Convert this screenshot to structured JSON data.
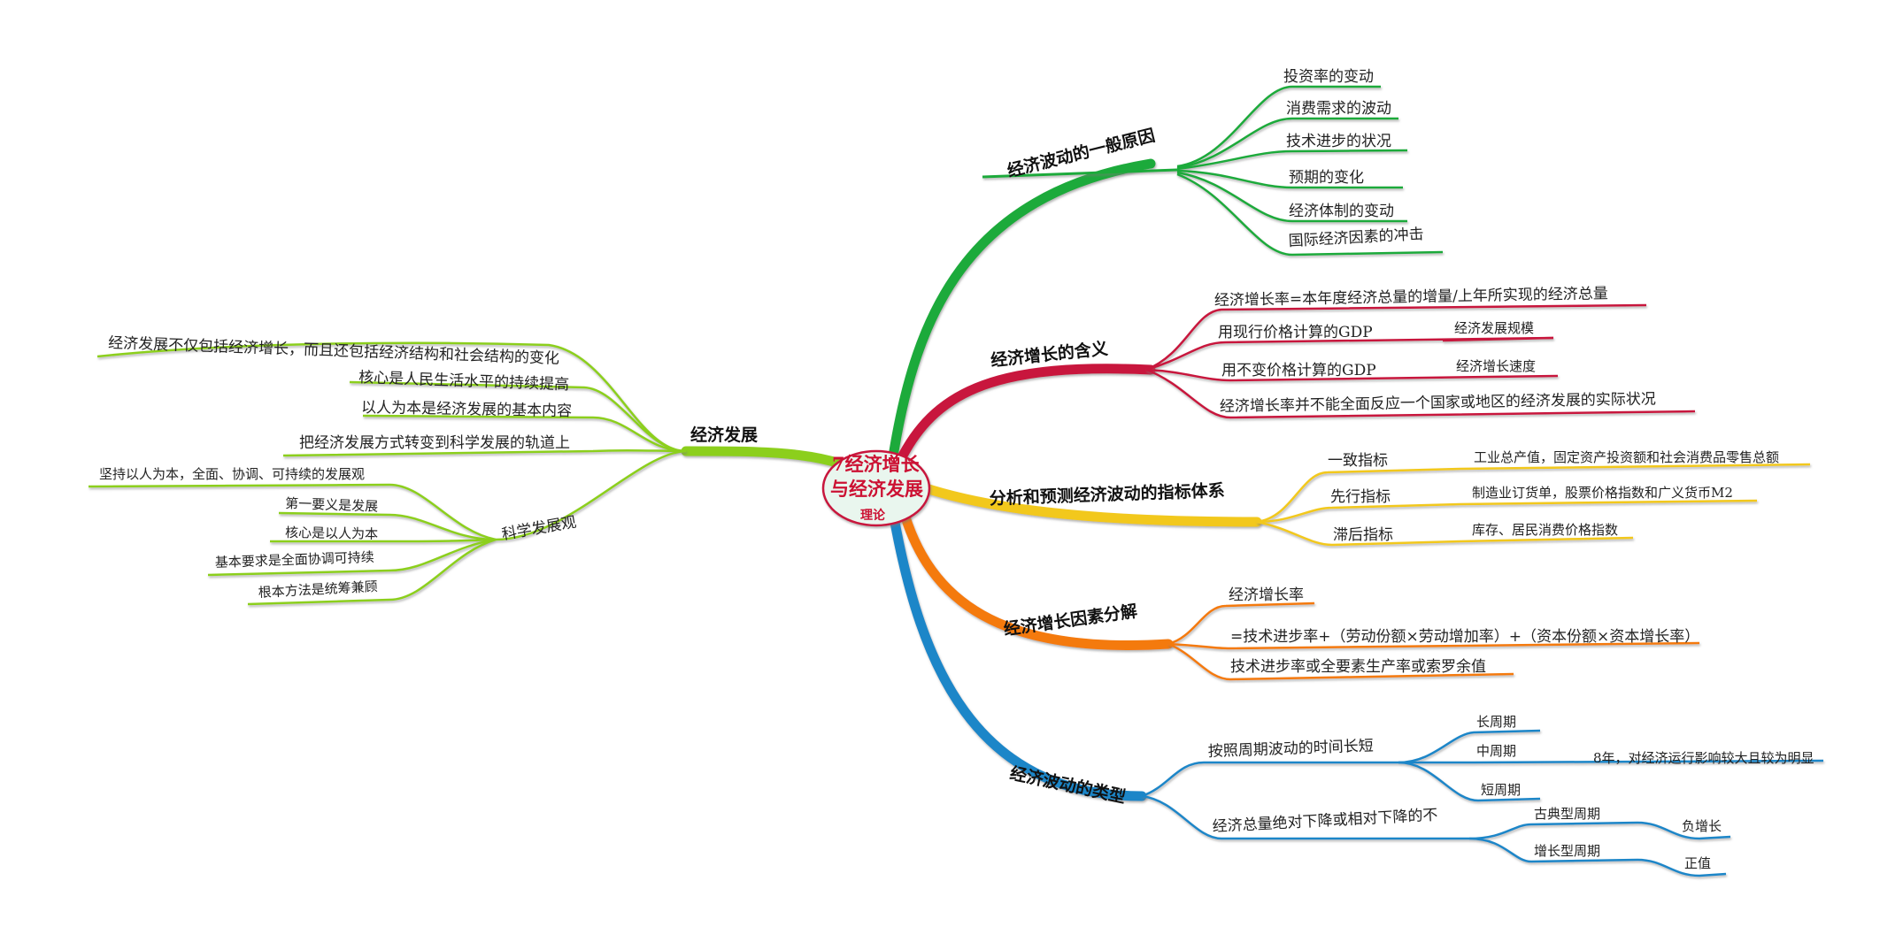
{
  "center": {
    "line1": "7经济增长",
    "line2": "与经济发展",
    "line3": "理论"
  },
  "colors": {
    "green": "#1aaa3a",
    "red": "#c8183e",
    "yellow": "#f2c81a",
    "orange": "#f47a10",
    "blue": "#1a86c8",
    "lime": "#8ccf1e",
    "center_fill": "#e9f6ee",
    "center_stroke": "#c8183e"
  },
  "branches": {
    "causes": {
      "title": "经济波动的一般原因",
      "items": [
        "投资率的变动",
        "消费需求的波动",
        "技术进步的状况",
        "预期的变化",
        "经济体制的变动",
        "国际经济因素的冲击"
      ]
    },
    "meaning": {
      "title": "经济增长的含义",
      "items": [
        "经济增长率=本年度经济总量的增量/上年所实现的经济总量",
        "用现行价格计算的GDP",
        "用不变价格计算的GDP",
        "经济增长率并不能全面反应一个国家或地区的经济发展的实际状况"
      ],
      "sub1": "经济发展规模",
      "sub2": "经济增长速度"
    },
    "indicators": {
      "title": "分析和预测经济波动的指标体系",
      "items": [
        "一致指标",
        "先行指标",
        "滞后指标"
      ],
      "details": [
        "工业总产值，固定资产投资额和社会消费品零售总额",
        "制造业订货单，股票价格指数和广义货币M2",
        "库存、居民消费价格指数"
      ]
    },
    "decomposition": {
      "title": "经济增长因素分解",
      "items": [
        "经济增长率",
        "=技术进步率+（劳动份额×劳动增加率）+（资本份额×资本增长率）",
        "技术进步率或全要素生产率或索罗余值"
      ]
    },
    "types": {
      "title": "经济波动的类型",
      "group1": "按照周期波动的时间长短",
      "group1_items": [
        "长周期",
        "中周期",
        "短周期"
      ],
      "group1_note": "8年，对经济运行影响较大且较为明显",
      "group2": "经济总量绝对下降或相对下降的不",
      "group2_items": [
        "古典型周期",
        "增长型周期"
      ],
      "group2_notes": [
        "负增长",
        "正值"
      ]
    },
    "development": {
      "title": "经济发展",
      "items": [
        "经济发展不仅包括经济增长，而且还包括经济结构和社会结构的变化",
        "核心是人民生活水平的持续提高",
        "以人为本是经济发展的基本内容",
        "把经济发展方式转变到科学发展的轨道上"
      ],
      "sci": {
        "title": "科学发展观",
        "items": [
          "坚持以人为本，全面、协调、可持续的发展观",
          "第一要义是发展",
          "核心是以人为本",
          "基本要求是全面协调可持续",
          "根本方法是统筹兼顾"
        ]
      }
    }
  }
}
